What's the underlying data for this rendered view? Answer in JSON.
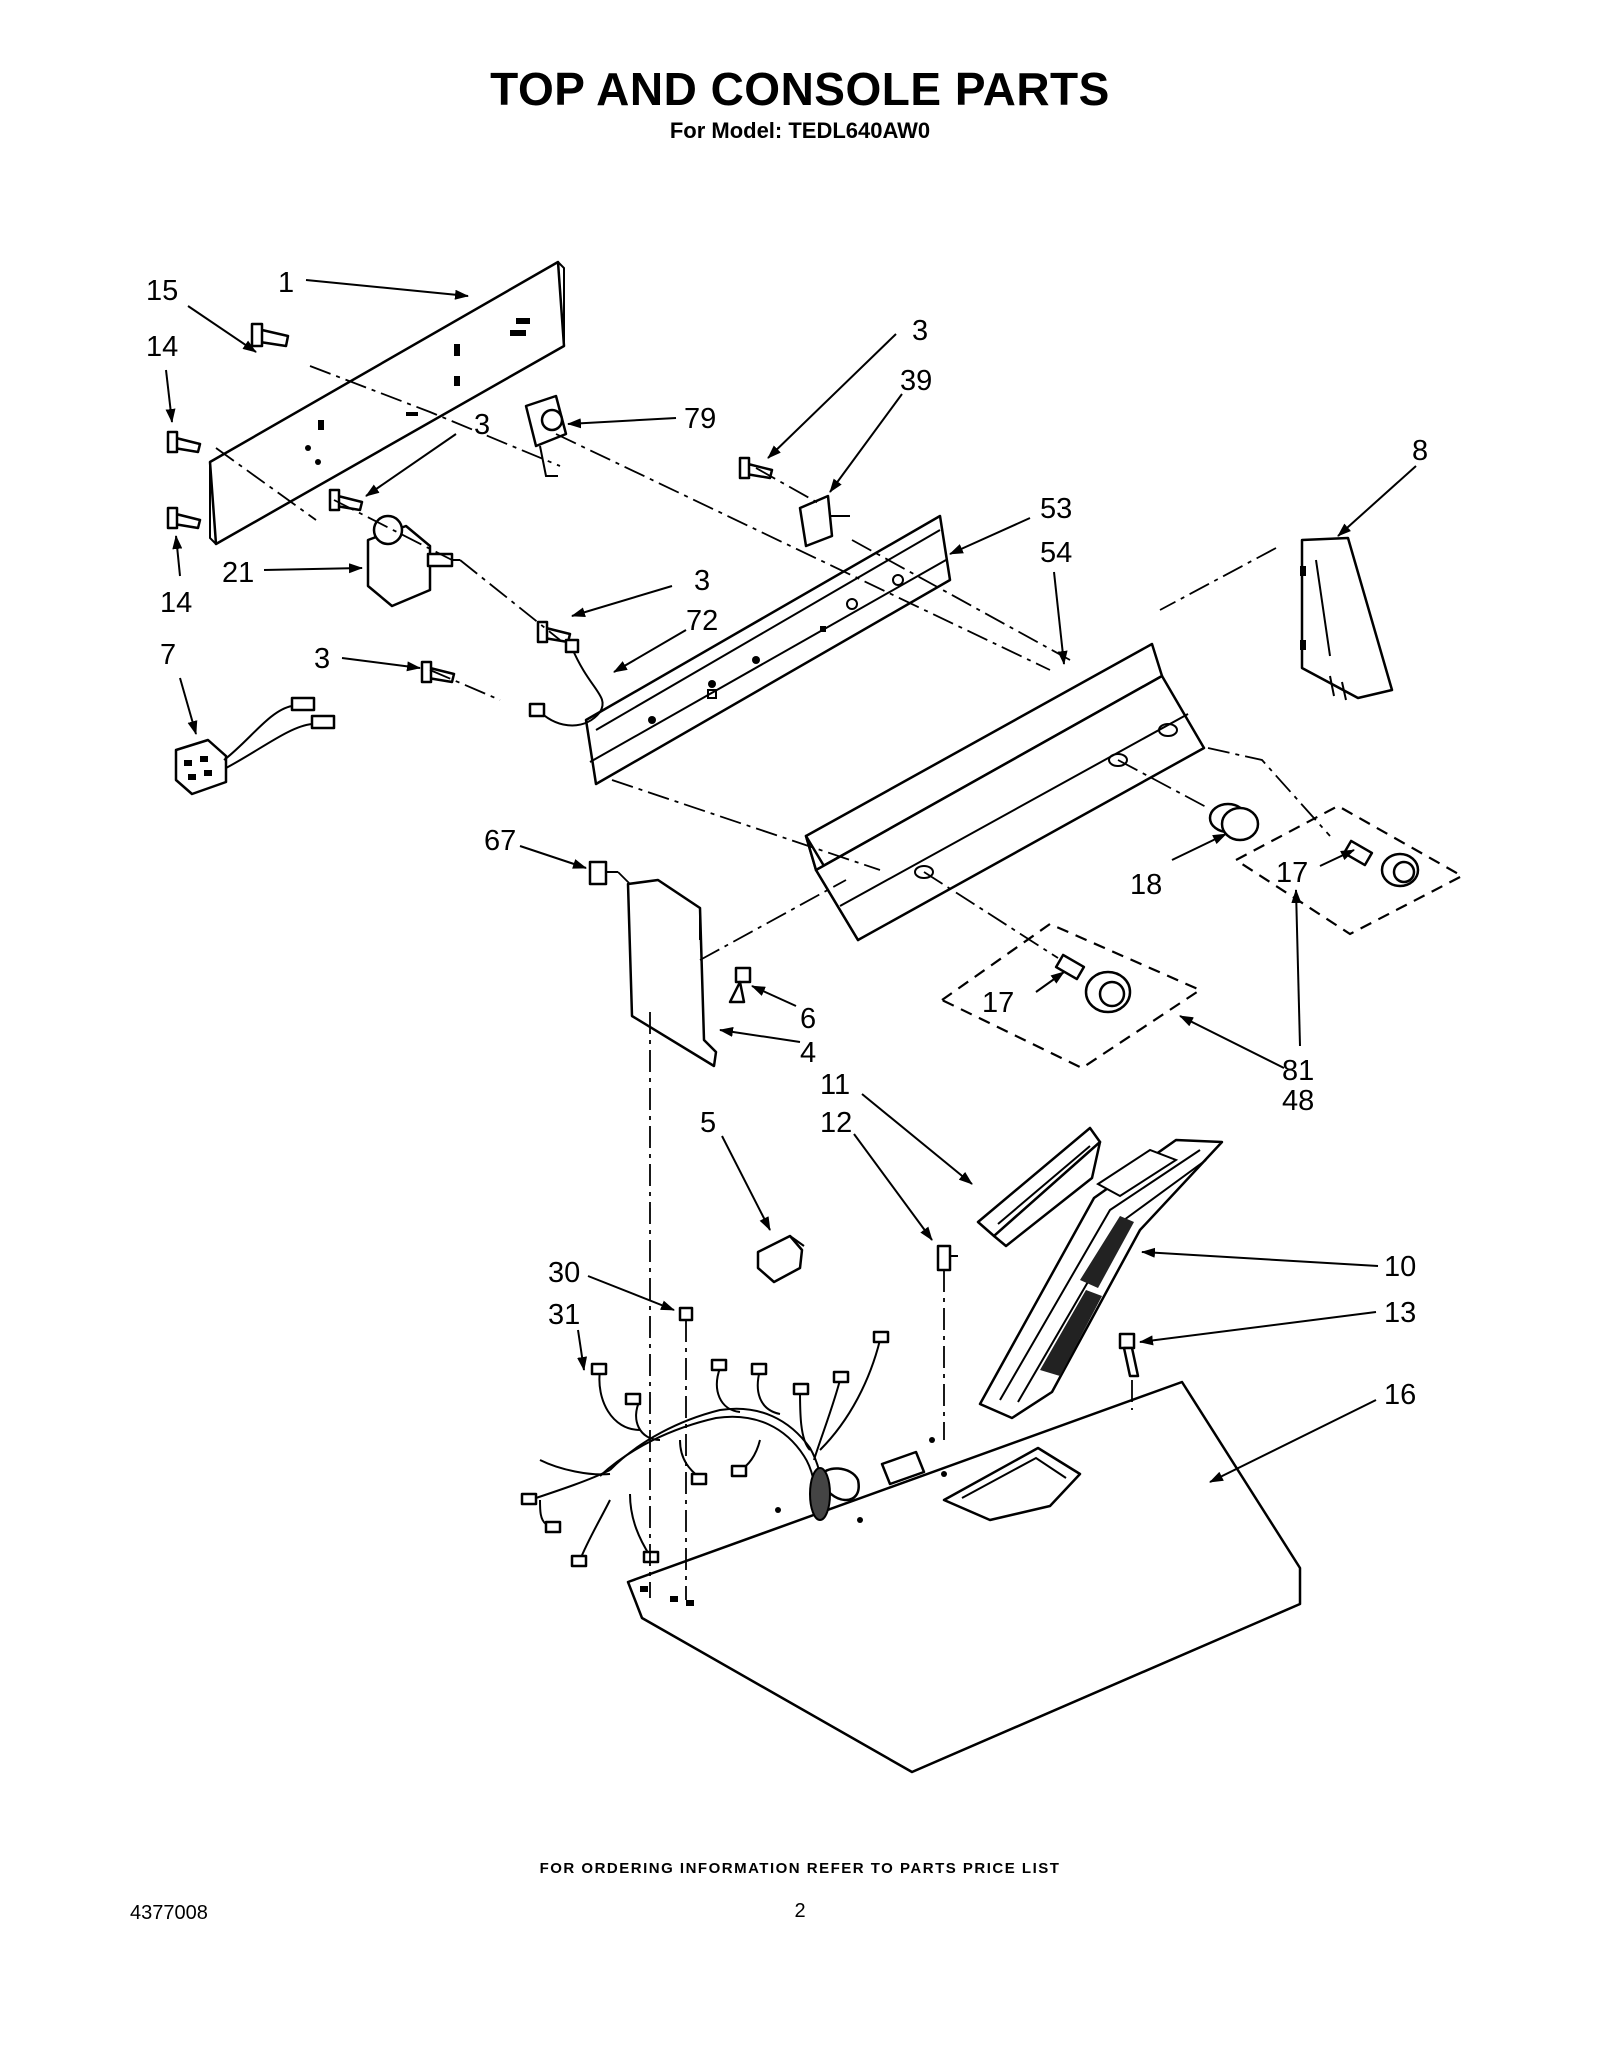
{
  "header": {
    "title": "TOP AND CONSOLE PARTS",
    "subtitle": "For Model: TEDL640AW0"
  },
  "footer": {
    "note": "FOR ORDERING INFORMATION REFER TO PARTS PRICE LIST",
    "doc_number": "4377008",
    "page_number": "2"
  },
  "callouts": {
    "c1": "1",
    "c15": "15",
    "c14a": "14",
    "c14b": "14",
    "c3a": "3",
    "c3b": "3",
    "c3c": "3",
    "c3d": "3",
    "c79": "79",
    "c39": "39",
    "c8": "8",
    "c53": "53",
    "c54": "54",
    "c21": "21",
    "c72": "72",
    "c7": "7",
    "c67": "67",
    "c18": "18",
    "c17a": "17",
    "c17b": "17",
    "c81": "81",
    "c48": "48",
    "c6": "6",
    "c4": "4",
    "c11": "11",
    "c12": "12",
    "c5": "5",
    "c10": "10",
    "c13": "13",
    "c16": "16",
    "c30": "30",
    "c31": "31"
  }
}
